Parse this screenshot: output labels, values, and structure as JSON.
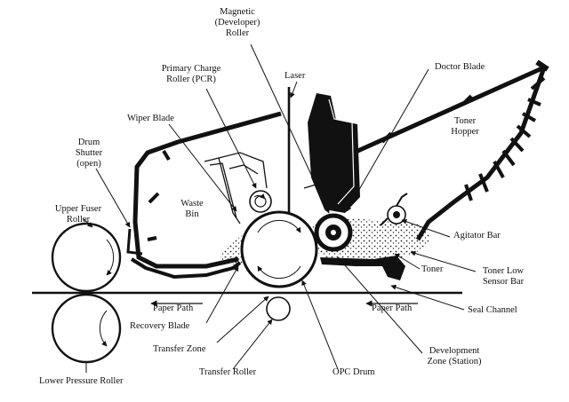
{
  "labels": {
    "magnetic_roller": [
      "Magnetic",
      "(Developer)",
      "Roller"
    ],
    "doctor_blade": "Doctor Blade",
    "primary_charge_roller": [
      "Primary Charge",
      "Roller (PCR)"
    ],
    "laser": "Laser",
    "wiper_blade": "Wiper Blade",
    "toner_hopper": [
      "Toner",
      "Hopper"
    ],
    "drum_shutter": [
      "Drum",
      "Shutter",
      "(open)"
    ],
    "waste_bin": [
      "Waste",
      "Bin"
    ],
    "upper_fuser_roller": [
      "Upper Fuser",
      "Roller"
    ],
    "agitator_bar": "Agitator Bar",
    "toner": "Toner",
    "toner_low_sensor_bar": [
      "Toner Low",
      "Sensor Bar"
    ],
    "paper_path_left": "Paper Path",
    "paper_path_right": "Paper Path",
    "seal_channel": "Seal Channel",
    "recovery_blade": "Recovery Blade",
    "transfer_zone": "Transfer Zone",
    "development_zone": [
      "Development",
      "Zone (Station)"
    ],
    "transfer_roller": "Transfer Roller",
    "opc_drum": "OPC Drum",
    "lower_pressure_roller": "Lower Pressure Roller"
  }
}
